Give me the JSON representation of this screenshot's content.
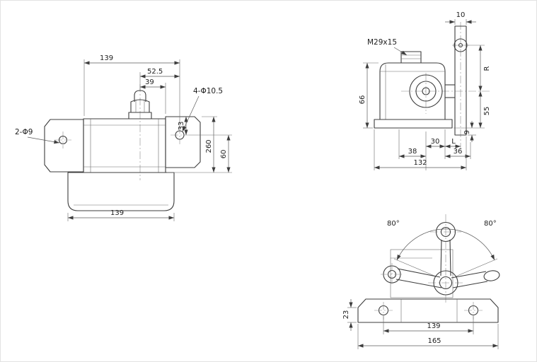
{
  "drawing": {
    "front_view": {
      "dim_width_top": "139",
      "dim_offset_52_5": "52.5",
      "dim_offset_39": "39",
      "label_holes_right": "4-Φ10.5",
      "label_holes_left": "2-Φ9",
      "dim_hole_33": "33",
      "dim_height_260": "260",
      "dim_height_60": "60",
      "dim_width_bottom": "139"
    },
    "side_view": {
      "dim_lever_width": "10",
      "label_thread": "M29x15",
      "dim_height_66": "66",
      "dim_radius_r": "R",
      "dim_height_55": "55",
      "dim_depth_9": "9",
      "dim_30": "30",
      "dim_l": "L",
      "dim_38": "38",
      "dim_36": "36",
      "dim_width_132": "132"
    },
    "swing_view": {
      "angle_left": "80°",
      "angle_right": "80°",
      "dim_base_height_23": "23",
      "dim_hole_spacing_139": "139",
      "dim_width_165": "165"
    }
  }
}
